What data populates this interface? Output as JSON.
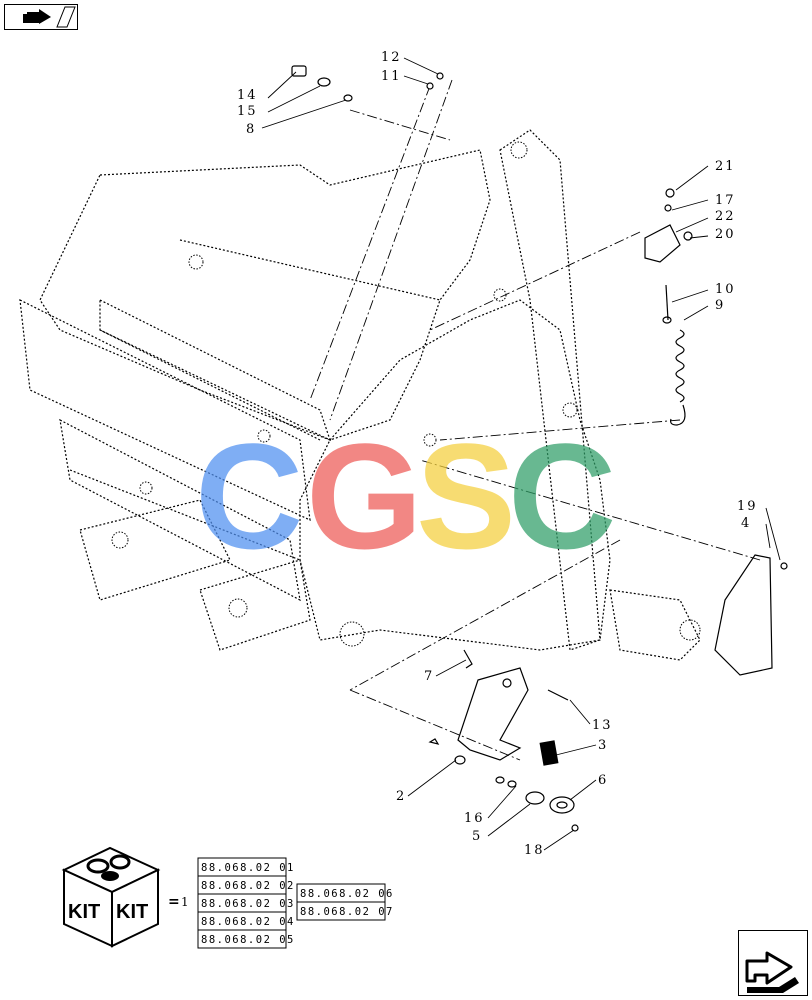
{
  "navigation": {
    "prev_icon": "page-back-icon",
    "next_icon": "page-forward-icon"
  },
  "callouts": {
    "c1": "1",
    "c2": "2",
    "c3": "3",
    "c4": "4",
    "c5": "5",
    "c6": "6",
    "c7": "7",
    "c8": "8",
    "c9": "9",
    "c10": "10",
    "c11": "11",
    "c12": "12",
    "c13": "13",
    "c14": "14",
    "c15": "15",
    "c16": "16",
    "c17": "17",
    "c18": "18",
    "c19": "19",
    "c20": "20",
    "c21": "21",
    "c22": "22"
  },
  "watermark": {
    "letters": [
      "C",
      "G",
      "S",
      "C"
    ],
    "colors": [
      "#4f8ff0",
      "#ee5a55",
      "#f5cf3d",
      "#2f9e67"
    ]
  },
  "kit": {
    "icon_label_left": "KIT",
    "icon_label_right": "KIT",
    "equals": "=",
    "refs_a": [
      "88.068.02 01",
      "88.068.02 02",
      "88.068.02 03",
      "88.068.02 04",
      "88.068.02 05"
    ],
    "refs_b": [
      "88.068.02 06",
      "88.068.02 07"
    ]
  }
}
